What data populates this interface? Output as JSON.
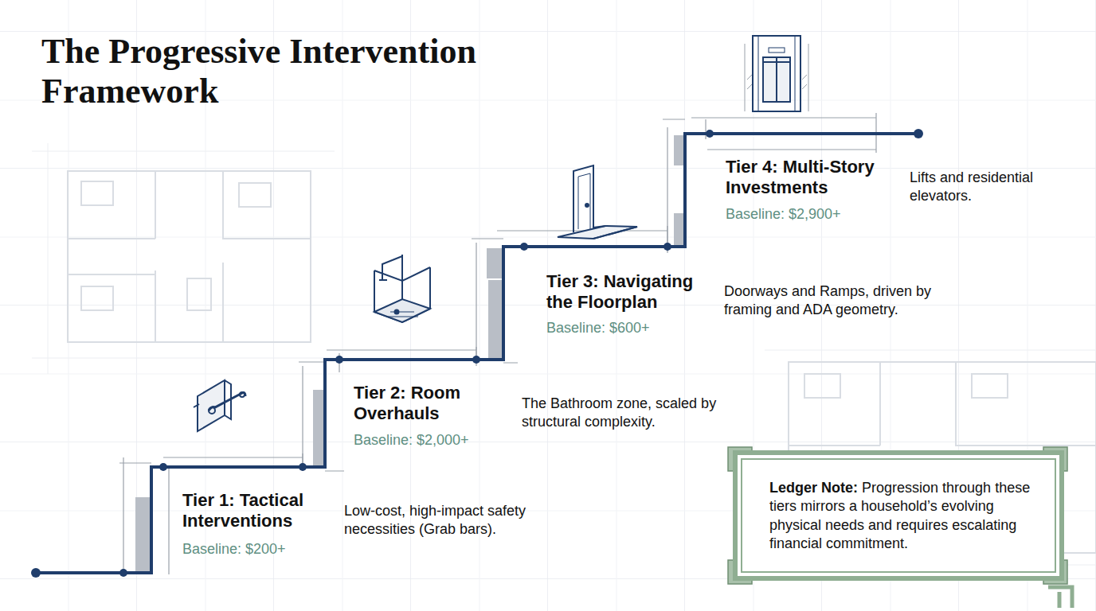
{
  "diagram": {
    "title": "The Progressive Intervention Framework",
    "nodes": [
      {
        "text": [
          "Ledger Note:",
          "Progression through these tiers mirrors a household’s evolving physical needs and requires escalating financial commitment."
        ]
      }
    ],
    "labels": [
      "Tier 1: Tactical Interventions",
      "Baseline: $200+",
      "Low-cost, high-impact safety necessities (Grab bars).",
      "Tier 2: Room Overhauls",
      "Baseline: $2,000+",
      "The Bathroom zone, scaled by structural complexity.",
      "Tier 3: Navigating the Floorplan",
      "Baseline: $600+",
      "Doorways and Ramps, driven by framing and ADA geometry.",
      "Tier 4: Multi-Story Investments",
      "Baseline: $2,900+",
      "Lifts and residential elevators."
    ]
  }
}
